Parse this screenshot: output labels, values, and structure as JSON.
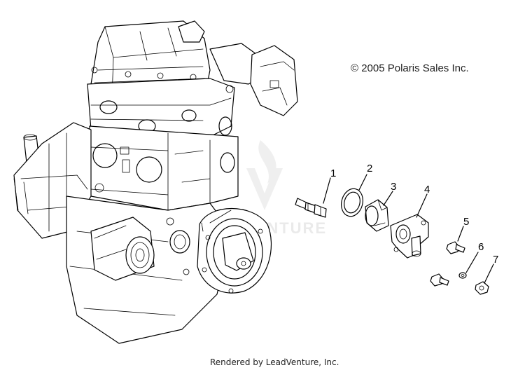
{
  "copyright": "© 2005 Polaris Sales Inc.",
  "footer": "Rendered by LeadVenture, Inc.",
  "watermark": "VENTURE",
  "callouts": [
    "1",
    "2",
    "3",
    "4",
    "5",
    "6",
    "7"
  ]
}
